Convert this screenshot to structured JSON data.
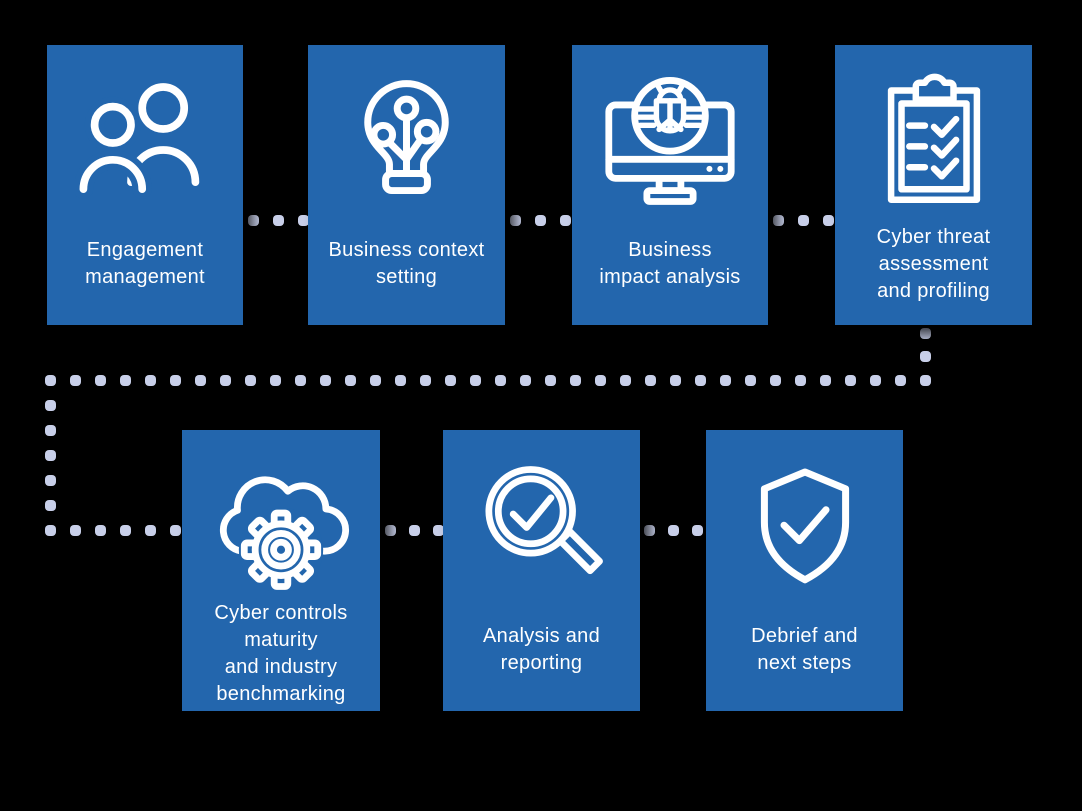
{
  "palette": {
    "background": "#000000",
    "box_blue": "#2366ad",
    "dot_lavender": "#c8cfe9",
    "text_white": "#ffffff"
  },
  "diagram": {
    "steps": [
      {
        "label": "Engagement\nmanagement",
        "icon": "people-icon"
      },
      {
        "label": "Business context\nsetting",
        "icon": "lightbulb-circuit-icon"
      },
      {
        "label": "Business\nimpact analysis",
        "icon": "monitor-bug-icon"
      },
      {
        "label": "Cyber threat\nassessment\nand profiling",
        "icon": "clipboard-checklist-icon"
      },
      {
        "label": "Cyber controls\nmaturity\nand industry\nbenchmarking",
        "icon": "cloud-gear-icon"
      },
      {
        "label": "Analysis and\nreporting",
        "icon": "magnifier-check-icon"
      },
      {
        "label": "Debrief and\nnext steps",
        "icon": "shield-check-icon"
      }
    ]
  }
}
